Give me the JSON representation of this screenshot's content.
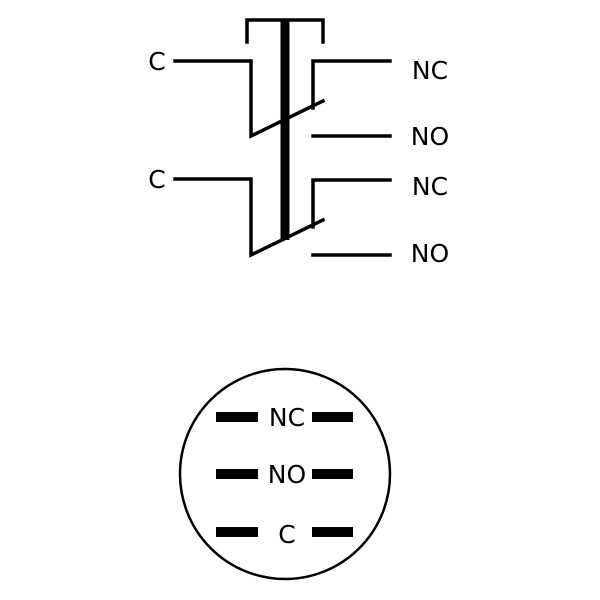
{
  "schematic": {
    "contact1": {
      "common": "C",
      "nc": "NC",
      "no": "NO"
    },
    "contact2": {
      "common": "C",
      "nc": "NC",
      "no": "NO"
    }
  },
  "pinout": {
    "rows": [
      "NC",
      "NO",
      "C"
    ]
  },
  "colors": {
    "line": "#000000",
    "background": "#ffffff"
  }
}
